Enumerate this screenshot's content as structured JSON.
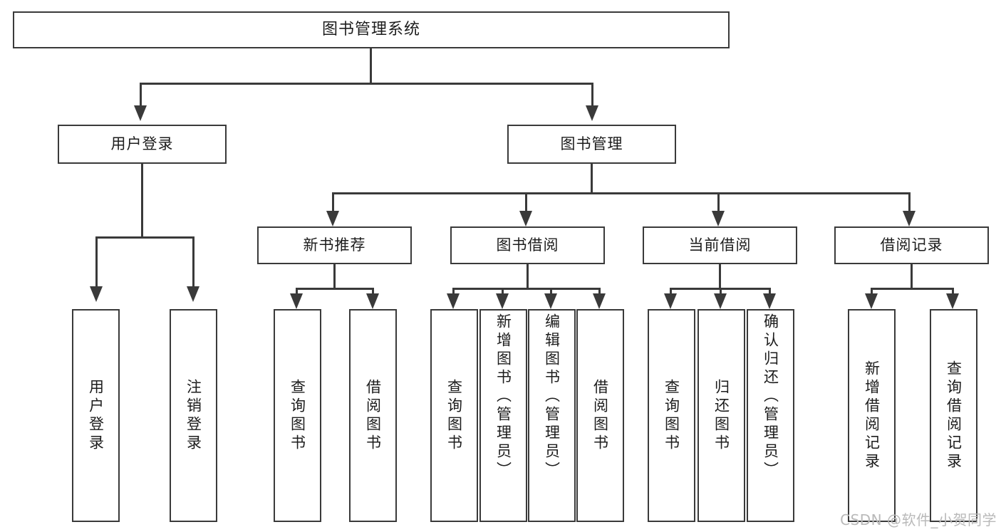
{
  "diagram": {
    "title": "图书管理系统",
    "type": "tree",
    "watermark": "CSDN @软件_小贺同学",
    "colors": {
      "background": "#ffffff",
      "border": "#3a3a3a",
      "text": "#1c1c1c",
      "connector": "#3a3a3a",
      "watermark": "#b9b9b9"
    },
    "levels": {
      "root": {
        "label": "图书管理系统"
      },
      "level2": [
        {
          "id": "user-login",
          "label": "用户登录"
        },
        {
          "id": "book-management",
          "label": "图书管理"
        }
      ],
      "level3": [
        {
          "id": "new-book-recommend",
          "label": "新书推荐",
          "parent": "book-management"
        },
        {
          "id": "book-borrow",
          "label": "图书借阅",
          "parent": "book-management"
        },
        {
          "id": "current-borrow",
          "label": "当前借阅",
          "parent": "book-management"
        },
        {
          "id": "borrow-record",
          "label": "借阅记录",
          "parent": "book-management"
        }
      ],
      "leaves": [
        {
          "id": "leaf-user-login",
          "label": "用户登录",
          "parent": "user-login"
        },
        {
          "id": "leaf-user-logout",
          "label": "注销登录",
          "parent": "user-login"
        },
        {
          "id": "leaf-query-book-1",
          "label": "查询图书",
          "parent": "new-book-recommend"
        },
        {
          "id": "leaf-borrow-book-1",
          "label": "借阅图书",
          "parent": "new-book-recommend"
        },
        {
          "id": "leaf-query-book-2",
          "label": "查询图书",
          "parent": "book-borrow"
        },
        {
          "id": "leaf-add-book",
          "label": "新增图书（管理员）",
          "parent": "book-borrow"
        },
        {
          "id": "leaf-edit-book",
          "label": "编辑图书（管理员）",
          "parent": "book-borrow"
        },
        {
          "id": "leaf-borrow-book-2",
          "label": "借阅图书",
          "parent": "book-borrow"
        },
        {
          "id": "leaf-query-book-3",
          "label": "查询图书",
          "parent": "current-borrow"
        },
        {
          "id": "leaf-return-book",
          "label": "归还图书",
          "parent": "current-borrow"
        },
        {
          "id": "leaf-confirm-return",
          "label": "确认归还（管理员）",
          "parent": "current-borrow"
        },
        {
          "id": "leaf-add-record",
          "label": "新增借阅记录",
          "parent": "borrow-record"
        },
        {
          "id": "leaf-query-record",
          "label": "查询借阅记录",
          "parent": "borrow-record"
        }
      ]
    }
  }
}
